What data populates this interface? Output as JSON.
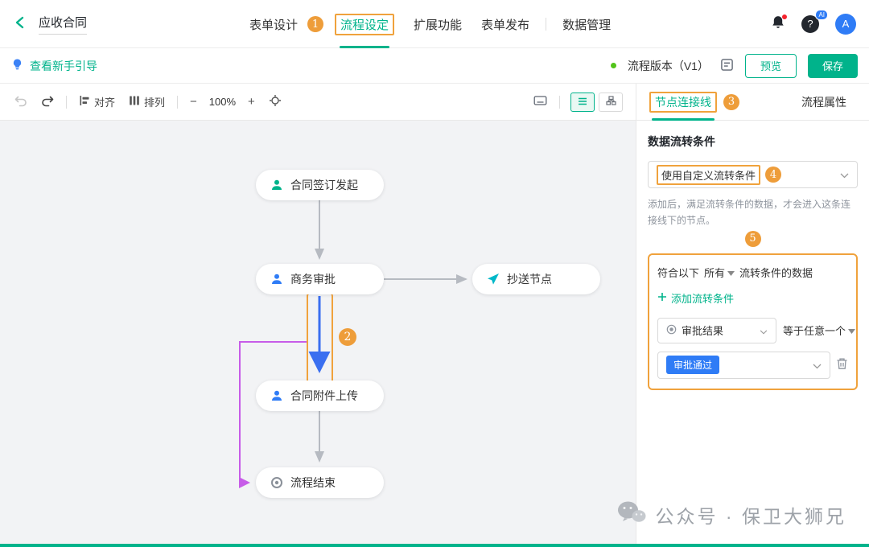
{
  "badges": [
    "1",
    "2",
    "3",
    "4",
    "5"
  ],
  "topbar": {
    "title": "应收合同",
    "tabs": [
      {
        "label": "表单设计"
      },
      {
        "label": "流程设定"
      },
      {
        "label": "扩展功能"
      },
      {
        "label": "表单发布"
      },
      {
        "label": "数据管理"
      }
    ],
    "help": "?",
    "ai": "AI",
    "avatar": "A"
  },
  "subbar": {
    "guide": "查看新手引导",
    "version": "流程版本（V1）",
    "preview": "预览",
    "save": "保存"
  },
  "toolbar": {
    "align": "对齐",
    "arrange": "排列",
    "minus": "−",
    "zoom": "100%",
    "plus": "+"
  },
  "canvas": {
    "nodes": [
      {
        "label": "合同签订发起"
      },
      {
        "label": "商务审批"
      },
      {
        "label": "抄送节点"
      },
      {
        "label": "合同附件上传"
      },
      {
        "label": "流程结束"
      }
    ]
  },
  "panel": {
    "tabs": [
      {
        "label": "节点连接线"
      },
      {
        "label": "流程属性"
      }
    ],
    "section_title": "数据流转条件",
    "condition_select": "使用自定义流转条件",
    "hint": "添加后，满足流转条件的数据，才会进入这条连接线下的节点。",
    "match_prefix": "符合以下",
    "match_mode": "所有",
    "match_suffix": "流转条件的数据",
    "add_condition": "添加流转条件",
    "field": "审批结果",
    "operator": "等于任意一个",
    "value_tag": "审批通过"
  },
  "watermark": "公众号 · 保卫大狮兄",
  "colors": {
    "accent": "#00b38b",
    "annotation": "#ee9d3a",
    "blue": "#2f7cf6",
    "purple": "#c75ce8"
  }
}
